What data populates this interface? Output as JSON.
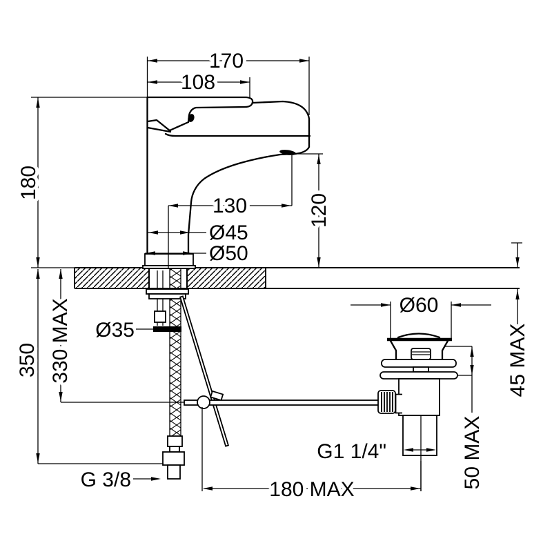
{
  "drawing": {
    "subject": "single-lever basin mixer with pop-up waste - dimension drawing",
    "units": "mm",
    "line_color": "#000000",
    "background_color": "#ffffff",
    "dimensions": {
      "total_width": "170",
      "handle_width": "108",
      "height_above_deck": "180",
      "spout_reach": "130",
      "body_diameter": "Ø45",
      "base_diameter": "Ø50",
      "spout_outlet_height": "120",
      "mounting_hole_diameter": "Ø35",
      "hose_length": "350",
      "rod_length_max": "330 MAX",
      "supply_thread": "G 3/8",
      "rod_reach_max": "180 MAX",
      "waste_cap_diameter": "Ø60",
      "deck_thickness_max": "45 MAX",
      "waste_clamp_max": "50 MAX",
      "waste_thread": "G1 1/4\""
    }
  }
}
